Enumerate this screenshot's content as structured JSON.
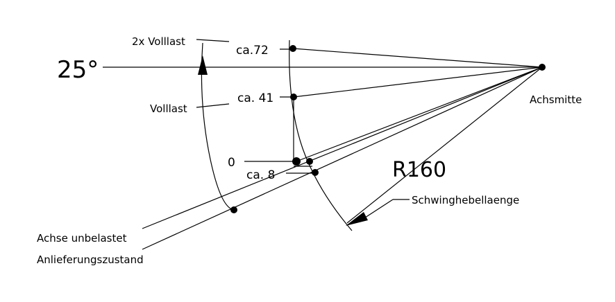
{
  "labels": {
    "angle": "25°",
    "double_full_load": "2x Volllast",
    "full_load": "Volllast",
    "zero": "0",
    "ca72": "ca.72",
    "ca41": "ca. 41",
    "ca8": "ca. 8",
    "axle_center": "Achsmitte",
    "radius": "R160",
    "swing_arm_length": "Schwinghebellaenge",
    "axle_unloaded": "Achse unbelastet",
    "delivery_state": "Anlieferungszustand"
  },
  "colors": {
    "stroke": "#000000",
    "background": "#ffffff"
  }
}
